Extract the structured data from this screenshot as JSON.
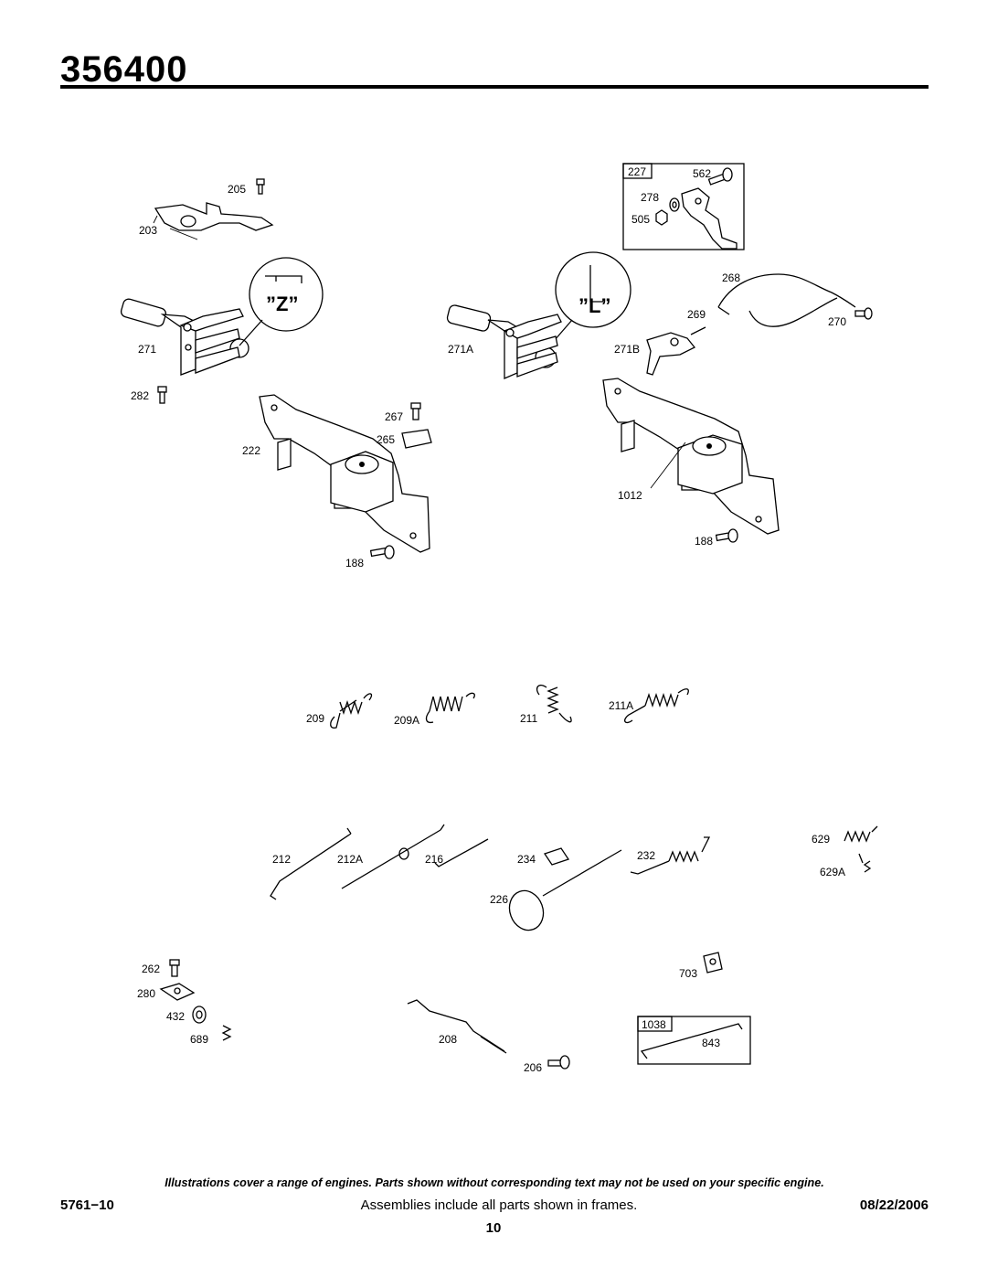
{
  "header": {
    "model_number": "356400"
  },
  "callouts": {
    "z": "”Z”",
    "l": "”L”"
  },
  "labels": {
    "p205": "205",
    "p203": "203",
    "p271": "271",
    "p282": "282",
    "p267": "267",
    "p265": "265",
    "p222": "222",
    "p188a": "188",
    "p227": "227",
    "p562": "562",
    "p278": "278",
    "p505": "505",
    "p268": "268",
    "p269": "269",
    "p270": "270",
    "p271a": "271A",
    "p271b": "271B",
    "p1012": "1012",
    "p188b": "188",
    "p209": "209",
    "p209a": "209A",
    "p211": "211",
    "p211a": "211A",
    "p212": "212",
    "p212a": "212A",
    "p216": "216",
    "p234": "234",
    "p232": "232",
    "p226": "226",
    "p629": "629",
    "p629a": "629A",
    "p262": "262",
    "p280": "280",
    "p432": "432",
    "p689": "689",
    "p208": "208",
    "p206": "206",
    "p703": "703",
    "p1038": "1038",
    "p843": "843"
  },
  "footer": {
    "note": "Illustrations cover a range of engines. Parts shown without corresponding text may not be used on your specific engine.",
    "doc_code": "5761−10",
    "assemblies_note": "Assemblies include all parts shown in frames.",
    "date": "08/22/2006",
    "page_number": "10"
  }
}
